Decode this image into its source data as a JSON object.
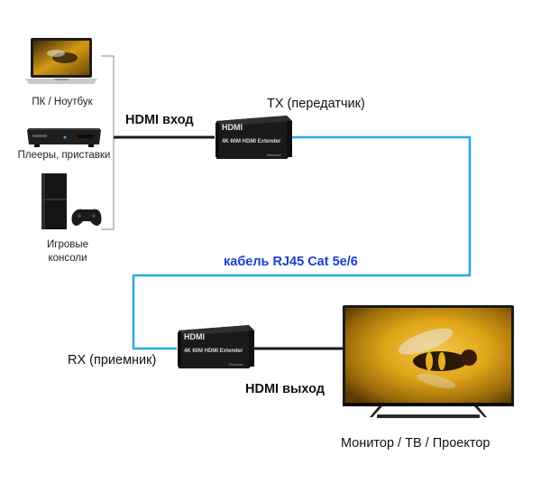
{
  "sources": {
    "laptop_label": "ПК / Ноутбук",
    "player_label": "Плееры, приставки",
    "console_label_line1": "Игровые",
    "console_label_line2": "консоли"
  },
  "hdmi_in_label": "HDMI вход",
  "tx": {
    "label": "TX (передатчик)",
    "logo": "HDMI",
    "model_text": "4K 60M HDMI Extender",
    "small_text": "Receiver"
  },
  "cable_label": "кабель RJ45 Cat 5e/6",
  "rx": {
    "label": "RX (приемник)",
    "logo": "HDMI",
    "model_text": "4K 60M HDMI Extender",
    "small_text": "Receiver"
  },
  "hdmi_out_label": "HDMI выход",
  "display_label": "Монитор / ТВ / Проектор",
  "colors": {
    "cable": "#29a8e8",
    "wire": "#1a1a1a",
    "bracket": "#888888",
    "cable_text": "#1a3fd6"
  },
  "icons": {
    "laptop": "laptop-icon",
    "player": "media-player-icon",
    "console": "game-console-icon",
    "tv": "tv-icon"
  }
}
